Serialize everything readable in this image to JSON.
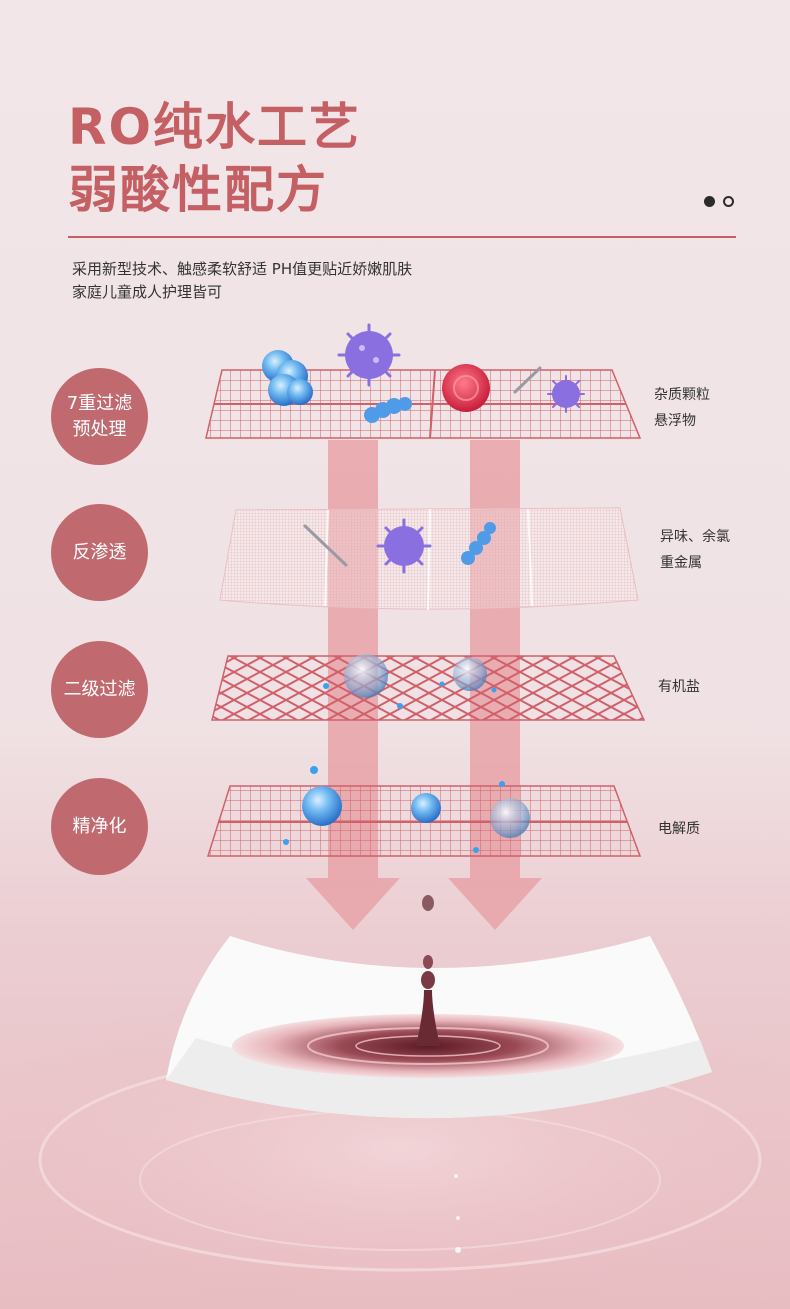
{
  "header": {
    "title_line1": "RO纯水工艺",
    "title_line2": "弱酸性配方",
    "pager": {
      "count": 2,
      "active_index": 0
    },
    "subtitle_line1": "采用新型技术、触感柔软舒适 PH值更贴近娇嫩肌肤",
    "subtitle_line2": "家庭儿童成人护理皆可"
  },
  "stages": [
    {
      "name": "7重过滤",
      "name2": "预处理",
      "labels": [
        "杂质颗粒",
        "悬浮物"
      ]
    },
    {
      "name": "反渗透",
      "labels": [
        "异味、余氯",
        "重金属"
      ]
    },
    {
      "name": "二级过滤",
      "labels": [
        "有机盐"
      ]
    },
    {
      "name": "精净化",
      "labels": [
        "电解质"
      ]
    }
  ],
  "colors": {
    "accent": "#c45f64",
    "circle": "#c06a70",
    "grid_line": "#d0606a",
    "arrow": "#e8a3a8",
    "particle_blue": "#3aa0f0",
    "virus_purple": "#8a6fe0"
  },
  "icons": {
    "stage1": [
      "blue-particles-icon",
      "purple-virus-icon",
      "blue-bacteria-icon",
      "red-cell-icon",
      "needle-icon",
      "small-virus-icon"
    ],
    "stage2": [
      "needle-icon",
      "purple-virus-icon",
      "blue-bacteria-icon"
    ],
    "stage3": [
      "water-bubble-icon"
    ],
    "stage4": [
      "water-bubble-icon"
    ],
    "bottom": [
      "wipe-sheet-icon",
      "water-drop-splash-icon"
    ]
  }
}
